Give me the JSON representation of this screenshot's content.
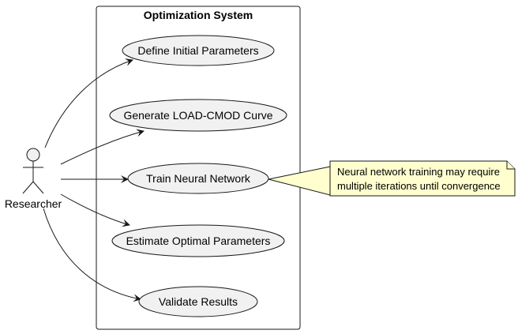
{
  "system": {
    "title": "Optimization System"
  },
  "actor": {
    "name": "Researcher"
  },
  "use_cases": [
    {
      "id": "uc1",
      "label": "Define Initial Parameters"
    },
    {
      "id": "uc2",
      "label": "Generate LOAD-CMOD Curve"
    },
    {
      "id": "uc3",
      "label": "Train Neural Network"
    },
    {
      "id": "uc4",
      "label": "Estimate Optimal Parameters"
    },
    {
      "id": "uc5",
      "label": "Validate Results"
    }
  ],
  "note": {
    "attached_to": "uc3",
    "lines": [
      "Neural network training may require",
      "multiple iterations until convergence"
    ]
  },
  "colors": {
    "use_case_fill": "#f1f1f1",
    "note_fill": "#fefece",
    "stroke": "#181818"
  }
}
